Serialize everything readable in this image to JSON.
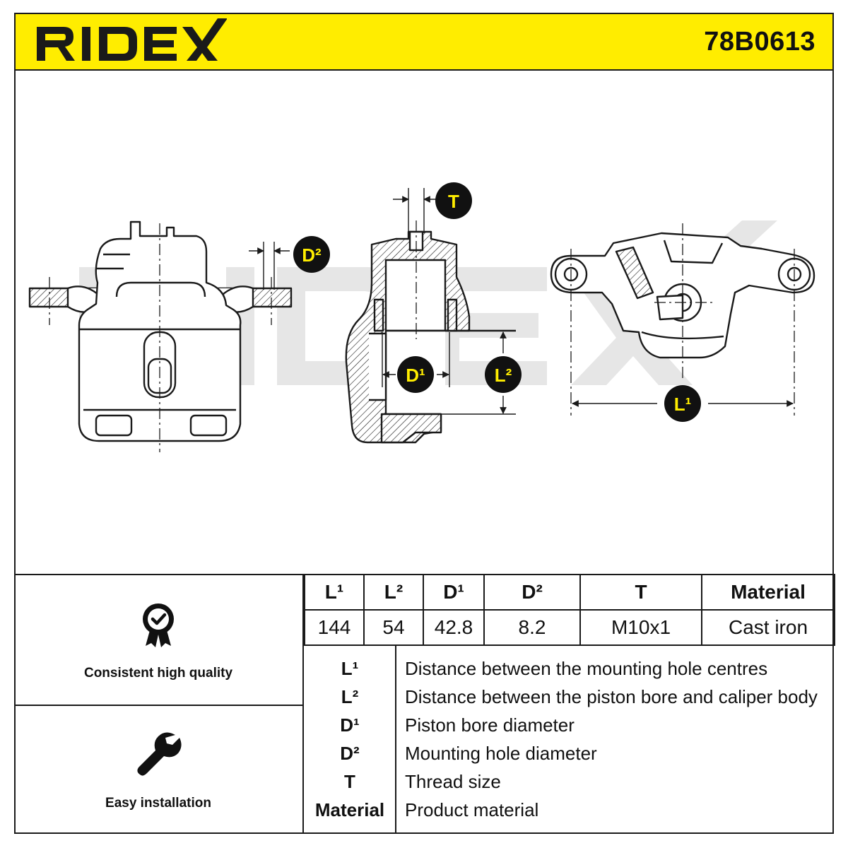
{
  "brand": {
    "logo_text": "RIDEX",
    "part_number": "78B0613",
    "brand_color": "#ffed00"
  },
  "drawing": {
    "labels": {
      "t": "T",
      "d2": "D²",
      "d1": "D¹",
      "l2": "L²",
      "l1": "L¹"
    }
  },
  "features": [
    {
      "icon": "quality-badge-icon",
      "label": "Consistent high quality"
    },
    {
      "icon": "wrench-icon",
      "label": "Easy installation"
    }
  ],
  "specs": {
    "headers": [
      "L¹",
      "L²",
      "D¹",
      "D²",
      "T",
      "Material"
    ],
    "values": [
      "144",
      "54",
      "42.8",
      "8.2",
      "M10x1",
      "Cast iron"
    ]
  },
  "legend": [
    {
      "symbol": "L¹",
      "description": "Distance between the mounting hole centres"
    },
    {
      "symbol": "L²",
      "description": "Distance between the piston bore and caliper body"
    },
    {
      "symbol": "D¹",
      "description": "Piston bore diameter"
    },
    {
      "symbol": "D²",
      "description": "Mounting hole diameter"
    },
    {
      "symbol": "T",
      "description": "Thread size"
    },
    {
      "symbol": "Material",
      "description": "Product material"
    }
  ]
}
